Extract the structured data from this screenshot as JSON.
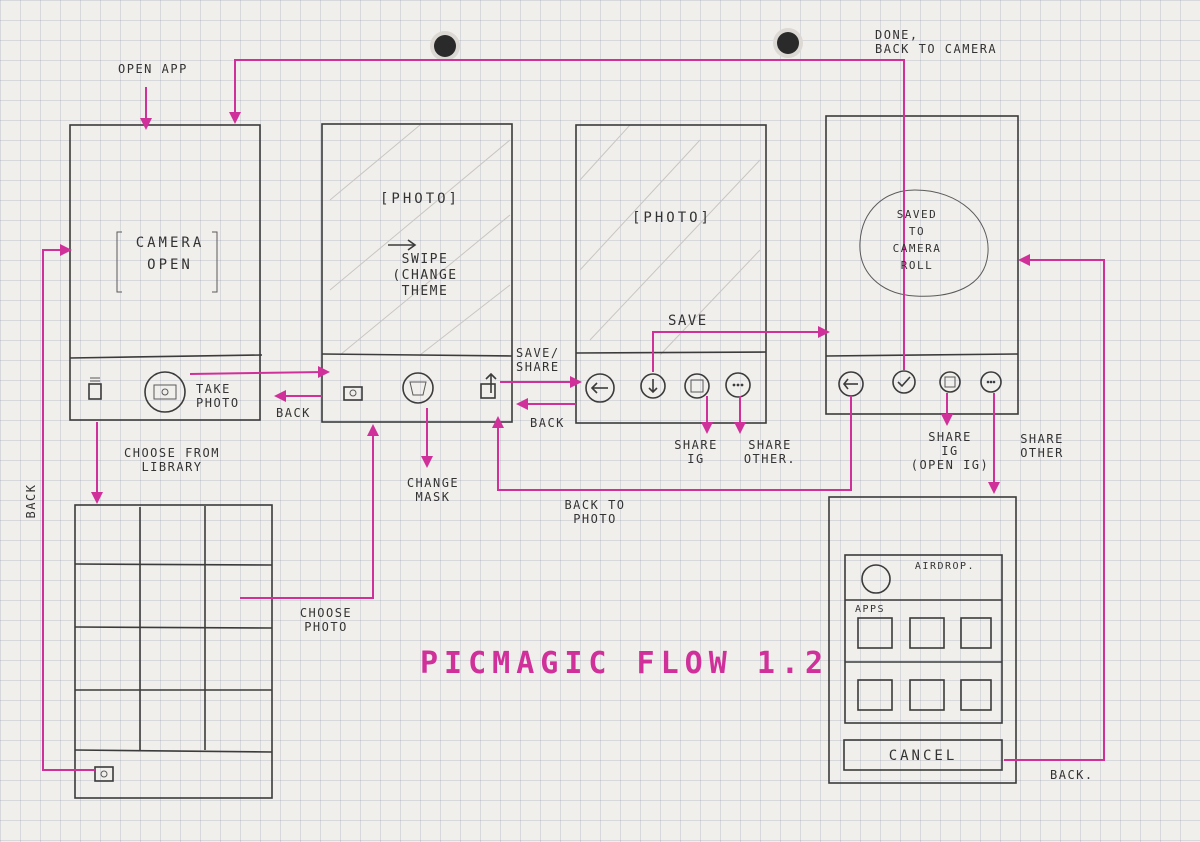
{
  "title": "PICMAGIC FLOW 1.2",
  "colors": {
    "paper": "#f1efec",
    "grid": "#a7afc4",
    "pencil": "#3b3b3b",
    "flow_line": "#d0309a"
  },
  "screens": {
    "camera": {
      "label": "CAMERA\nOPEN"
    },
    "edit": {
      "label": "[PHOTO]",
      "gesture": "SWIPE\n(CHANGE\nTHEME"
    },
    "share": {
      "label": "[PHOTO]"
    },
    "saved": {
      "label": "SAVED\nTO\nCAMERA\nROLL"
    },
    "library": {},
    "share_sheet": {
      "airdrop": "AIRDROP.",
      "apps": "APPS",
      "cancel": "CANCEL"
    }
  },
  "annotations": {
    "open_app": "OPEN APP",
    "done_back": "DONE,\nBACK TO CAMERA",
    "take_photo": "TAKE\nPHOTO",
    "back_edit": "BACK",
    "choose_library": "CHOOSE FROM\nLIBRARY",
    "change_mask": "CHANGE\nMASK",
    "save_share": "SAVE/\nSHARE",
    "back_share": "BACK",
    "save": "SAVE",
    "share_ig": "SHARE\nIG",
    "share_other_1": "SHARE\nOTHER.",
    "back_to_photo": "BACK TO\nPHOTO",
    "share_ig_open": "SHARE\nIG\n(OPEN IG)",
    "share_other_2": "SHARE\nOTHER",
    "choose_photo": "CHOOSE\nPHOTO",
    "back_left": "BACK",
    "back_bottom": "BACK."
  },
  "icons": {
    "camera_left": "library-icon",
    "camera_shutter": "shutter-icon",
    "edit_camera": "camera-icon",
    "edit_mask": "mask-icon",
    "edit_share": "share-icon",
    "share_back": "left-arrow-icon",
    "share_save": "download-icon",
    "share_ig": "instagram-icon",
    "share_more": "more-icon",
    "saved_back": "left-arrow-icon",
    "saved_check": "check-icon",
    "saved_ig": "instagram-icon",
    "saved_more": "more-icon",
    "library_camera": "camera-icon"
  }
}
